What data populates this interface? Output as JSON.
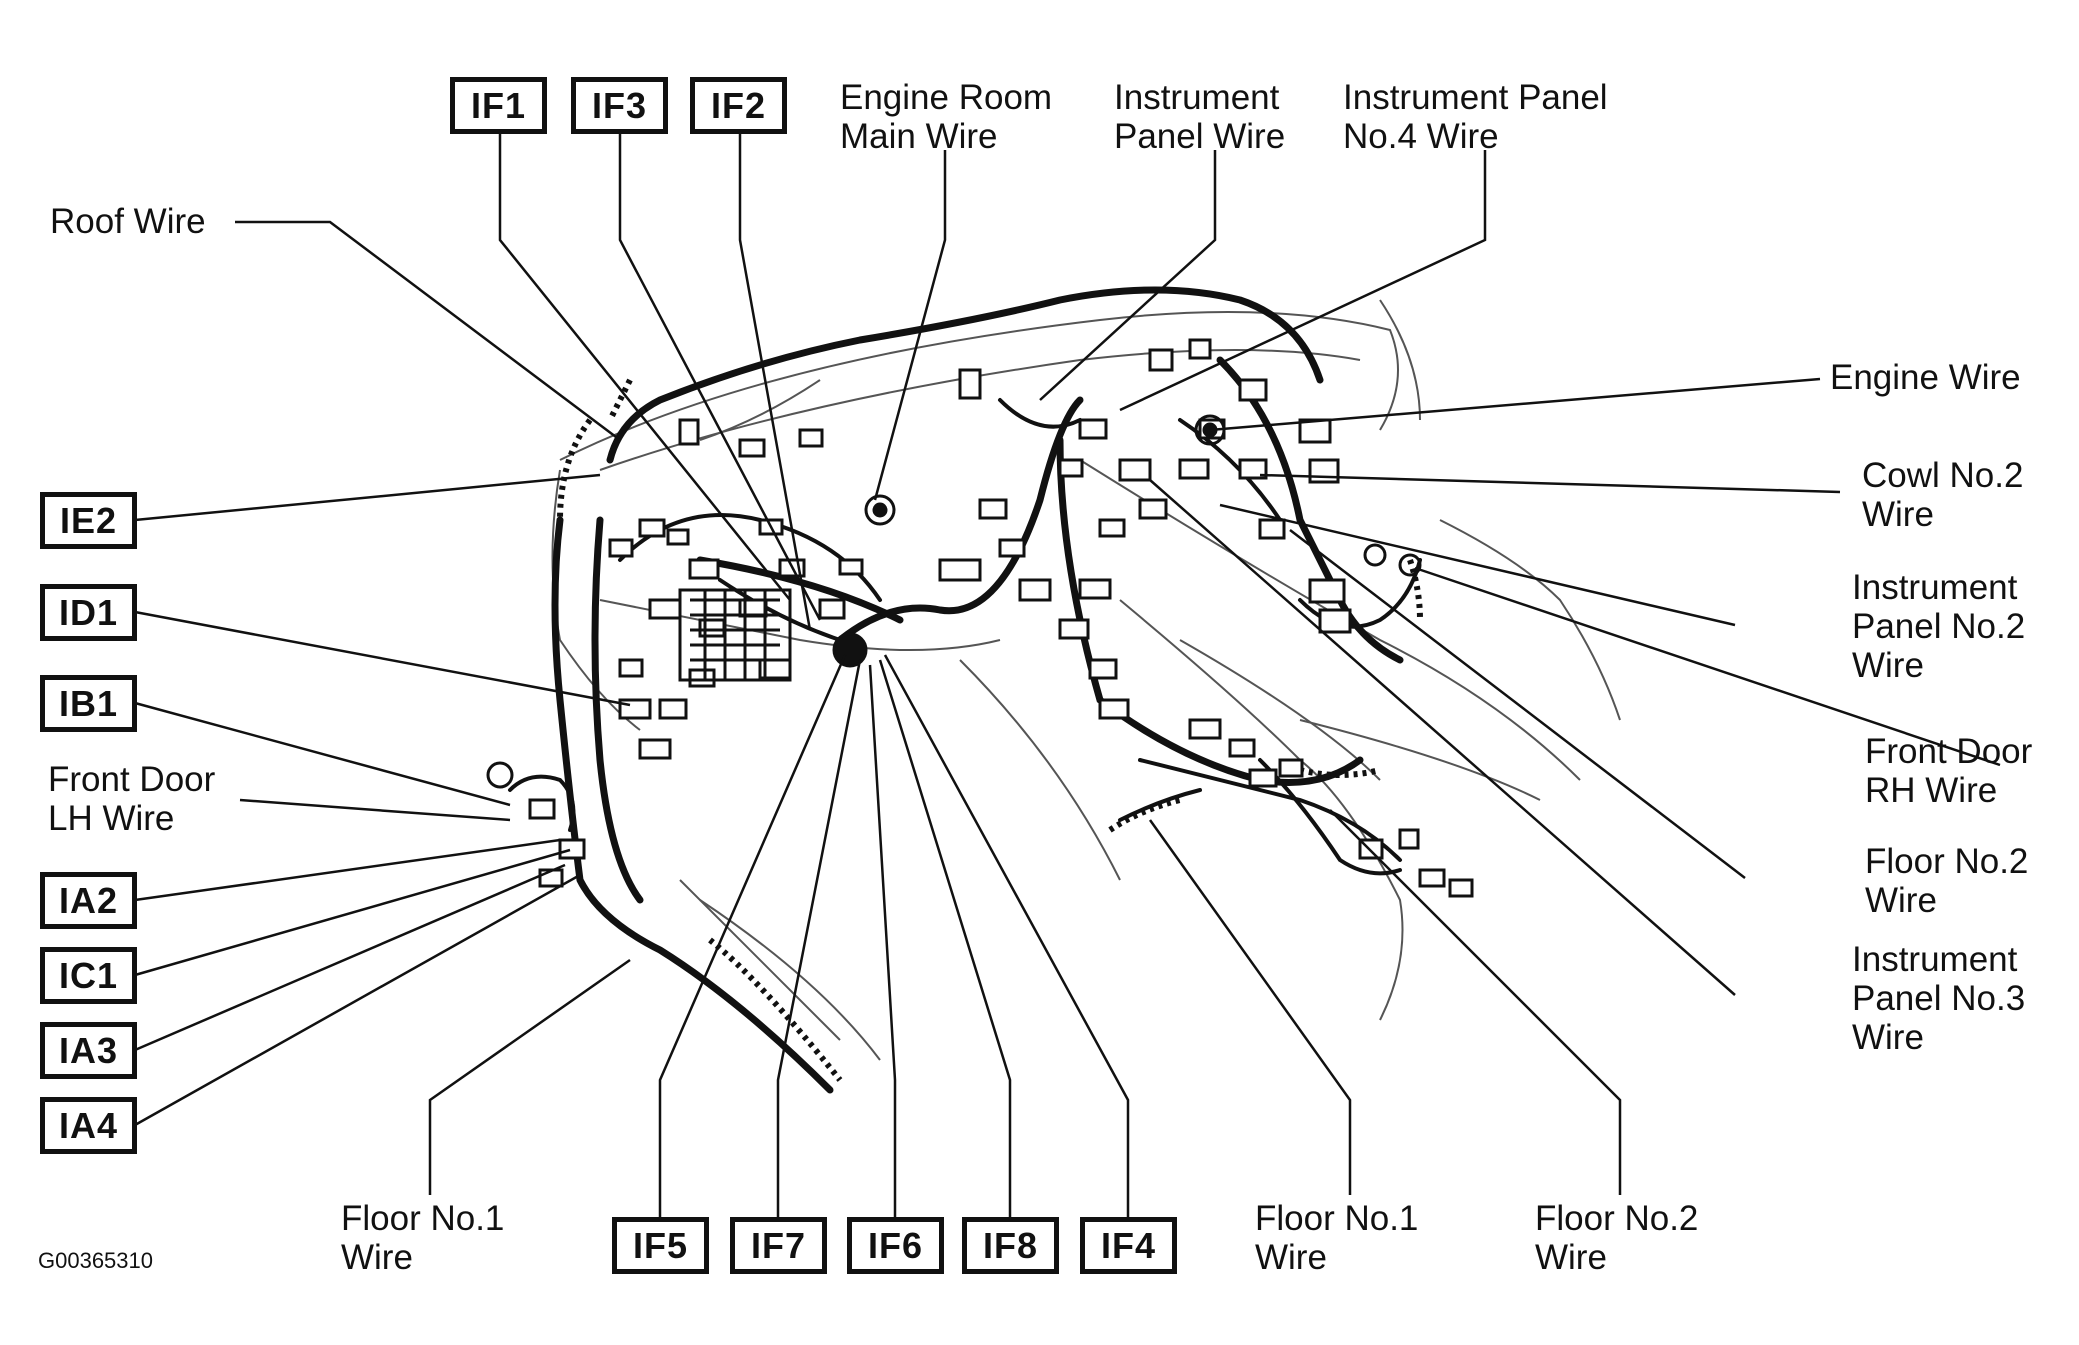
{
  "connectors": {
    "if1": "IF1",
    "if3": "IF3",
    "if2": "IF2",
    "ie2": "IE2",
    "id1": "ID1",
    "ib1": "IB1",
    "ia2": "IA2",
    "ic1": "IC1",
    "ia3": "IA3",
    "ia4": "IA4",
    "if5": "IF5",
    "if7": "IF7",
    "if6": "IF6",
    "if8": "IF8",
    "if4": "IF4"
  },
  "labels": {
    "engine_room_main_wire": "Engine Room\nMain Wire",
    "instrument_panel_wire": "Instrument\nPanel Wire",
    "instrument_panel_no4_wire": "Instrument Panel\nNo.4 Wire",
    "roof_wire": "Roof Wire",
    "engine_wire": "Engine Wire",
    "cowl_no2_wire": "Cowl No.2\nWire",
    "instrument_panel_no2_wire": "Instrument\nPanel No.2\nWire",
    "front_door_rh_wire": "Front Door\nRH Wire",
    "floor_no2_wire_right": "Floor No.2\nWire",
    "instrument_panel_no3_wire": "Instrument\nPanel No.3\nWire",
    "front_door_lh_wire": "Front Door\nLH Wire",
    "floor_no1_wire_left": "Floor No.1\nWire",
    "floor_no1_wire_center": "Floor No.1\nWire",
    "floor_no2_wire_bottom": "Floor No.2\nWire"
  },
  "figure_code": "G00365310"
}
